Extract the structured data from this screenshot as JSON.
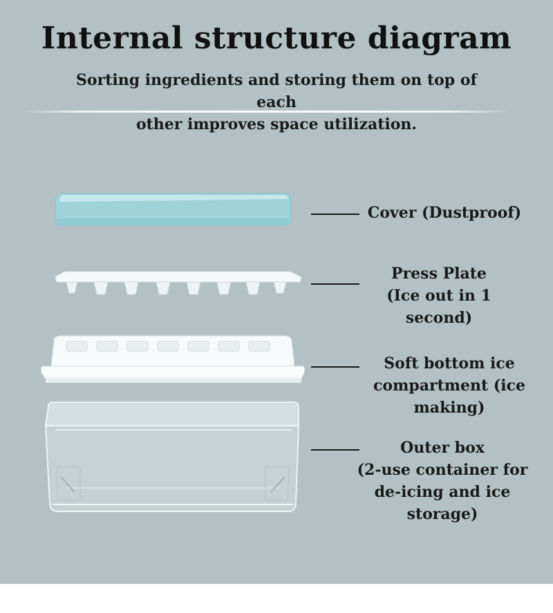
{
  "header": {
    "title": "Internal structure diagram",
    "subtitle_line1": "Sorting ingredients and storing them on top of each",
    "subtitle_line2": "other improves space utilization."
  },
  "parts": [
    {
      "line1": "Cover (Dustproof)",
      "line2": ""
    },
    {
      "line1": "Press Plate",
      "line2": "(Ice out in 1 second)"
    },
    {
      "line1": "Soft bottom ice",
      "line2": "compartment (ice making)"
    },
    {
      "line1": "Outer box",
      "line2": "(2-use container for",
      "line3": "de-icing and ice storage)"
    }
  ],
  "colors": {
    "background": "#b3c1c5",
    "cover": "#9fd3da",
    "text": "#1a1a1a"
  }
}
